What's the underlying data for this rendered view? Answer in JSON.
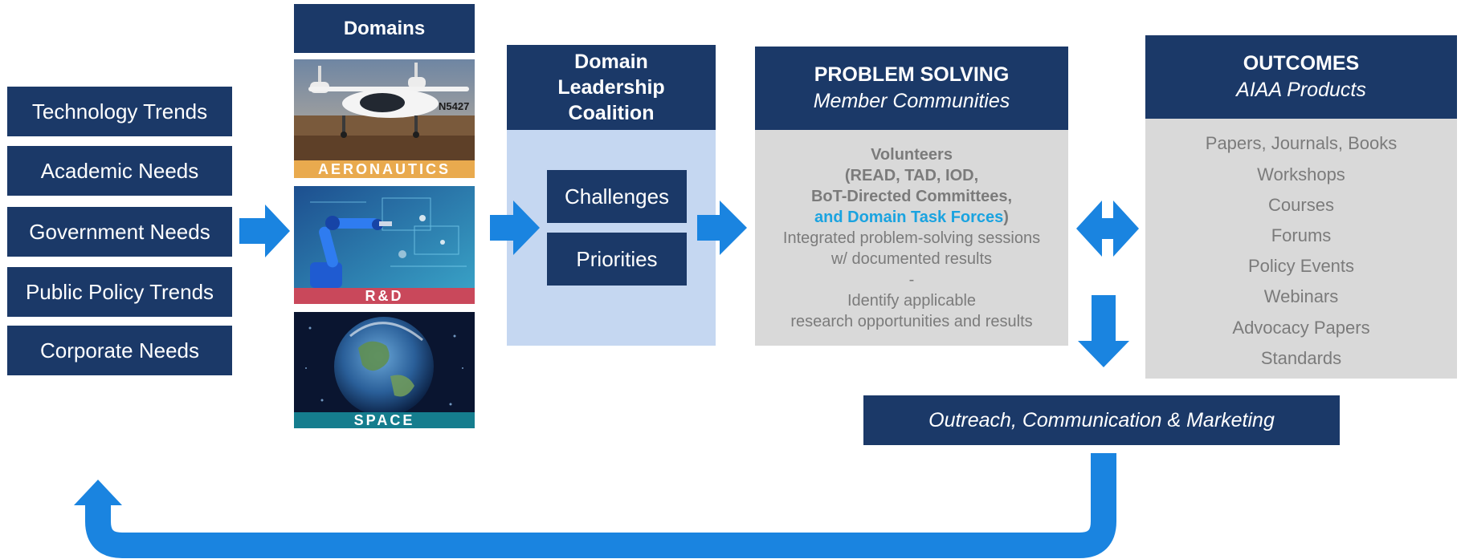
{
  "needs": [
    "Technology Trends",
    "Academic Needs",
    "Government Needs",
    "Public Policy Trends",
    "Corporate Needs"
  ],
  "domains": {
    "title": "Domains",
    "tiles": [
      "AERONAUTICS",
      "R&D",
      "SPACE"
    ],
    "aero_tail_number": "N5427"
  },
  "coalition": {
    "title_lines": [
      "Domain",
      "Leadership",
      "Coalition"
    ],
    "items": [
      "Challenges",
      "Priorities"
    ]
  },
  "problem_solving": {
    "title": "PROBLEM SOLVING",
    "subtitle": "Member Communities",
    "volunteers": "Volunteers",
    "groups": "(READ, TAD, IOD,",
    "committees": "BoT-Directed Committees,",
    "task_forces": "and Domain Task Forces",
    "task_forces_close": ")",
    "desc1": "Integrated problem-solving sessions",
    "desc2": "w/ documented results",
    "separator": "-",
    "desc3": "Identify applicable",
    "desc4": "research opportunities and results"
  },
  "outcomes": {
    "title": "OUTCOMES",
    "subtitle": "AIAA Products",
    "items": [
      "Papers, Journals, Books",
      "Workshops",
      "Courses",
      "Forums",
      "Policy Events",
      "Webinars",
      "Advocacy Papers",
      "Standards"
    ]
  },
  "outreach": "Outreach, Communication & Marketing",
  "colors": {
    "navy": "#1b3968",
    "arrow_blue": "#1a84e0",
    "light_blue": "#c5d7f1",
    "grey": "#d9d9d9",
    "accent_cyan": "#1aa3e0",
    "aero_band": "#e9aa4e",
    "rd_band": "#c9485b",
    "space_band": "#157d8e"
  }
}
